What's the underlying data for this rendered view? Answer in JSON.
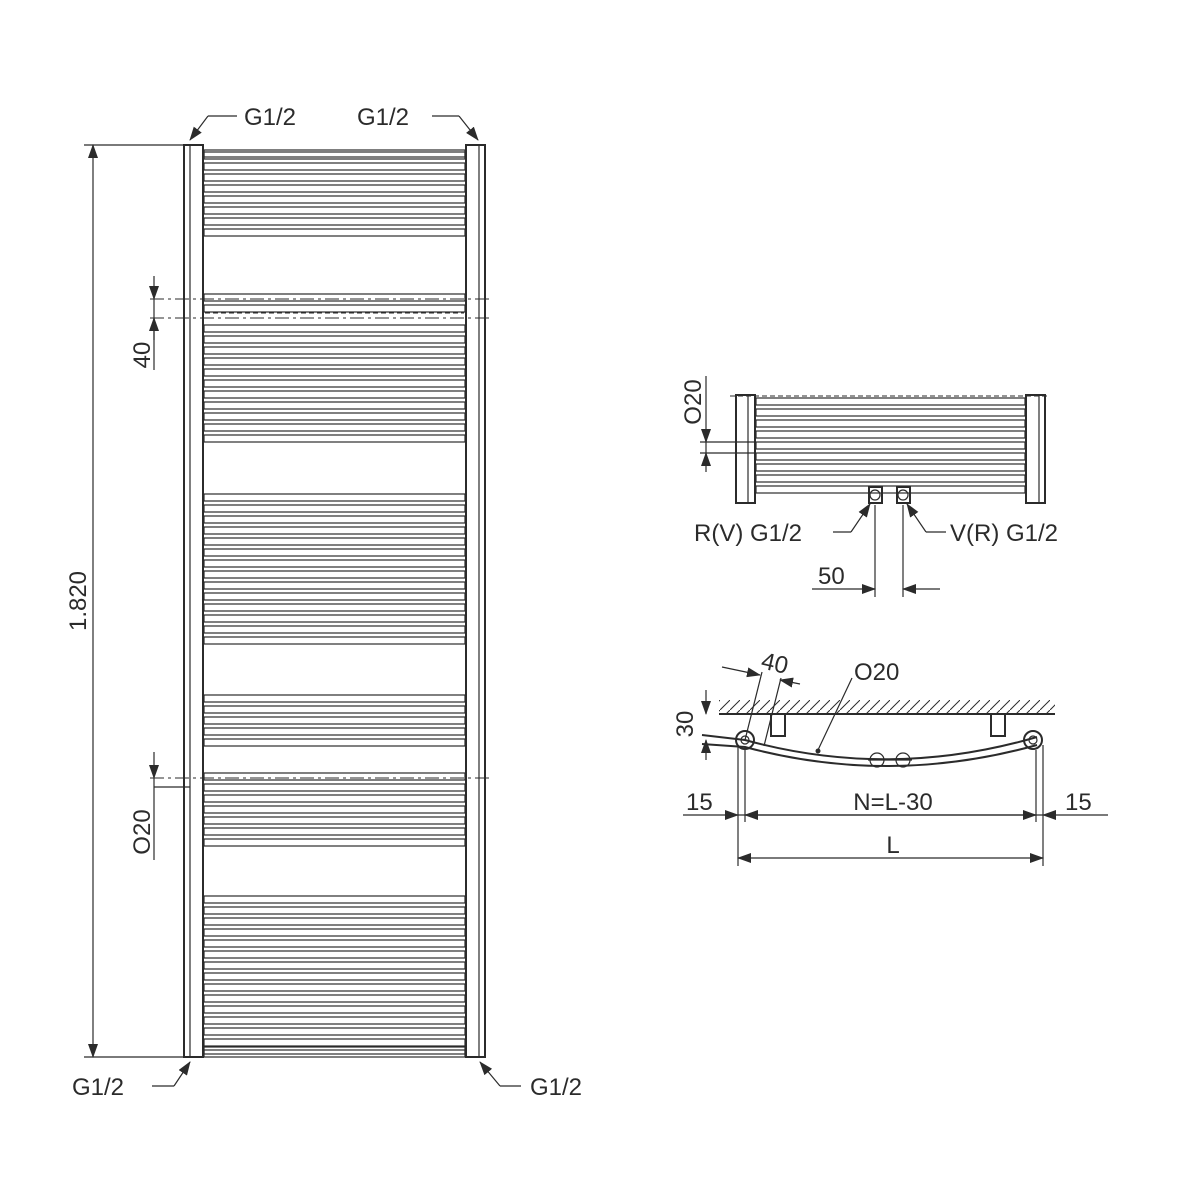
{
  "labels": {
    "conn_top_left": "G1/2",
    "conn_top_right": "G1/2",
    "conn_bottom_left": "G1/2",
    "conn_bottom_right": "G1/2",
    "height": "1.820",
    "upper_pitch": "40",
    "lower_pitch": "O20",
    "side_tube_dia": "O20",
    "port_left": "R(V) G1/2",
    "port_right": "V(R) G1/2",
    "port_spacing": "50",
    "plan_offset": "40",
    "plan_tube_dia": "O20",
    "plan_depth": "30",
    "plan_end_left": "15",
    "plan_end_right": "15",
    "plan_center": "N=L-30",
    "plan_total": "L"
  },
  "colors": {
    "line": "#2b2b2b",
    "background": "#ffffff"
  }
}
